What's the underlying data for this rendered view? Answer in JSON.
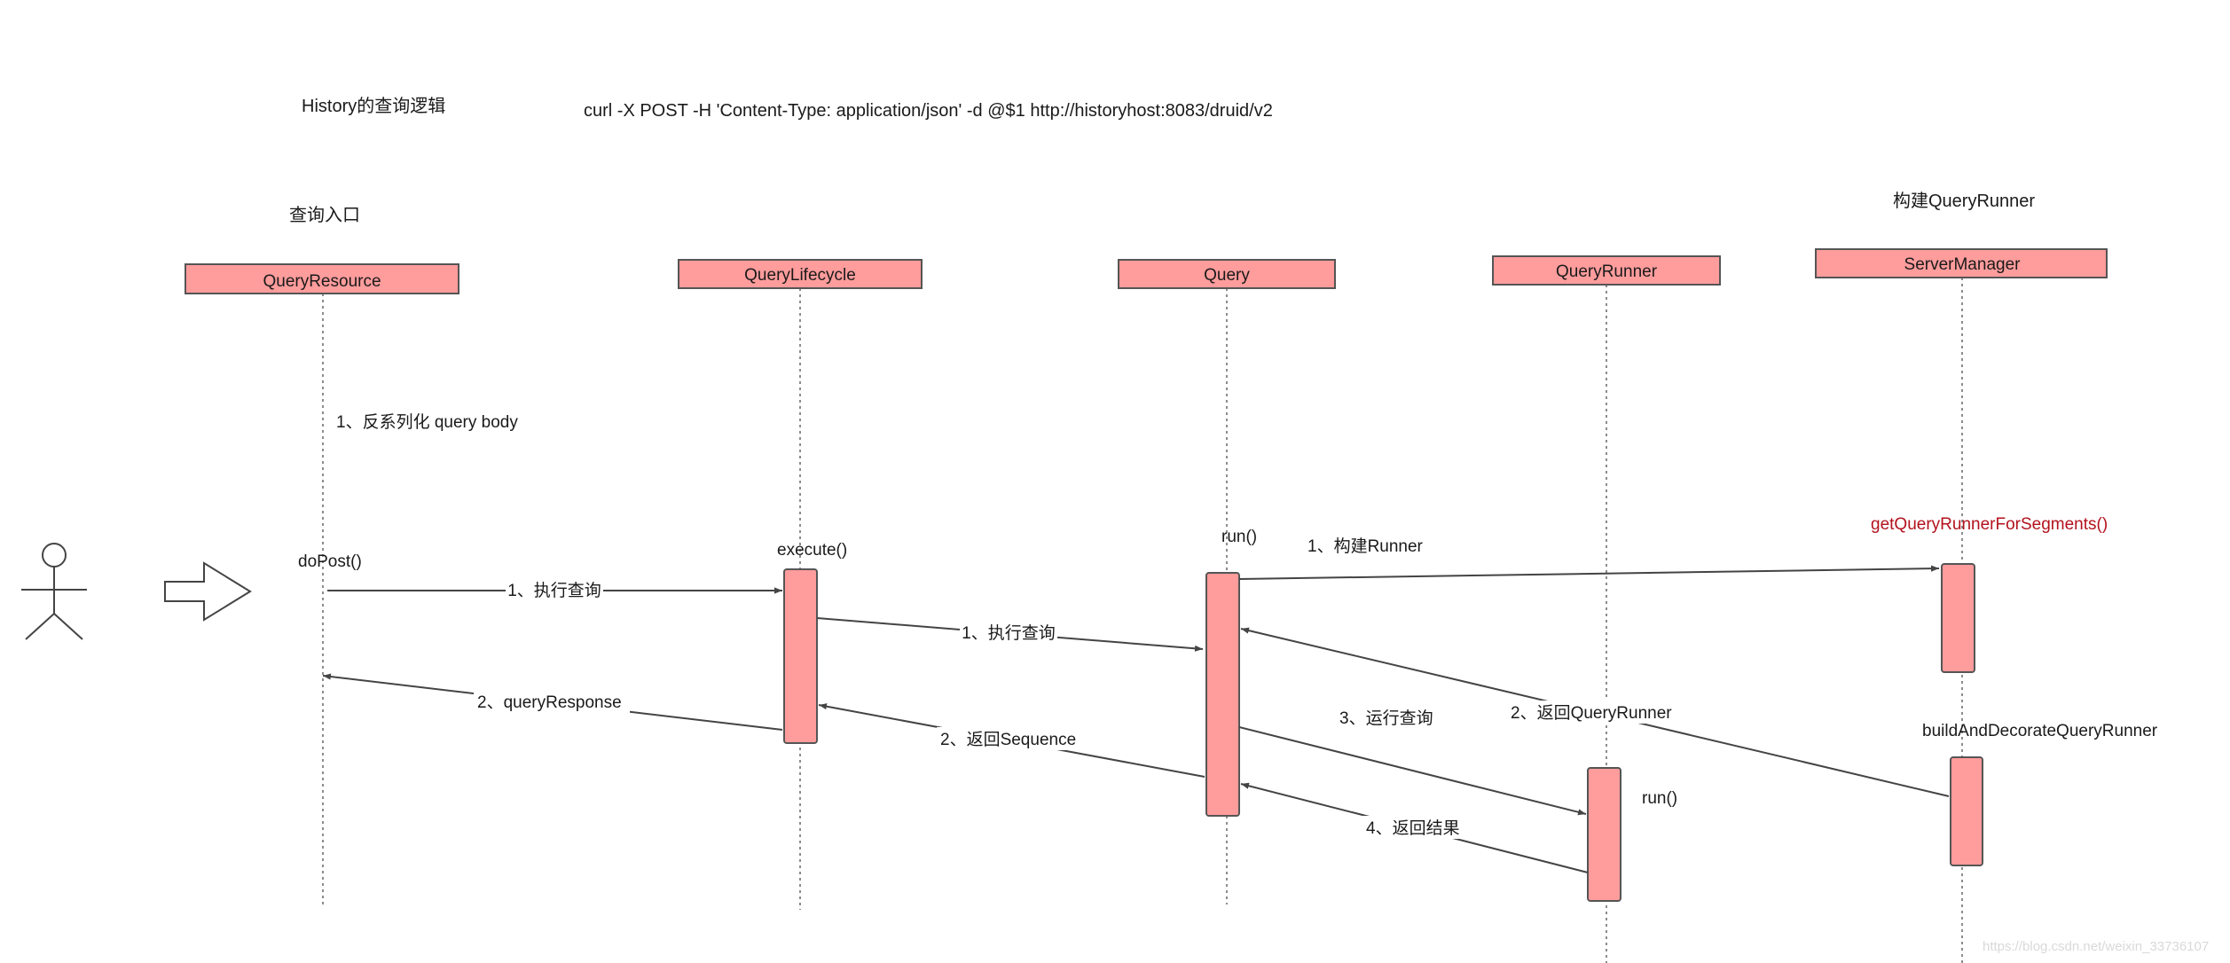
{
  "title": "History的查询逻辑",
  "command": "curl -X POST -H 'Content-Type: application/json' -d @$1  http://historyhost:8083/druid/v2",
  "entry_note": "查询入口",
  "server_note": "构建QueryRunner",
  "participants": {
    "query_resource": "QueryResource",
    "query_lifecycle": "QueryLifecycle",
    "query": "Query",
    "query_runner": "QueryRunner",
    "server_manager": "ServerManager"
  },
  "notes": {
    "deserialize": "1、反系列化 query body",
    "do_post": "doPost()",
    "execute": "execute()",
    "run_query": "run()",
    "run_runner": "run()",
    "get_runner": "getQueryRunnerForSegments()",
    "build_decorate": "buildAndDecorateQueryRunner"
  },
  "messages": {
    "m1": "1、执行查询",
    "m2": "1、执行查询",
    "m3": "1、构建Runner",
    "m4": "2、返回QueryRunner",
    "m5": "3、运行查询",
    "m6": "4、返回结果",
    "m7": "2、返回Sequence",
    "m8": "2、queryResponse"
  },
  "watermark": "https://blog.csdn.net/weixin_33736107"
}
